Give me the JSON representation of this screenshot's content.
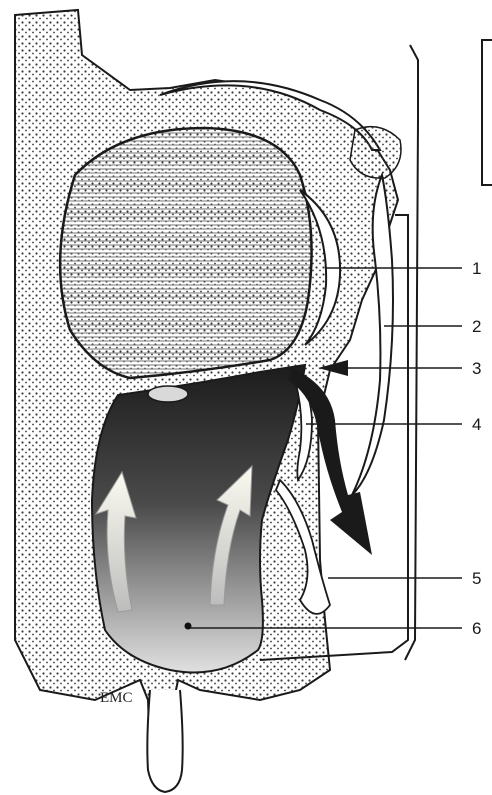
{
  "labels": [
    "1",
    "2",
    "3",
    "4",
    "5",
    "6"
  ],
  "signature": "EMC",
  "colors": {
    "line": "#1a1a1a",
    "bone_dots": "#3a3a3a",
    "cavity_dark": "#202020",
    "cavity_light": "#d8d8d8",
    "arrow_light": "#f2f0e6"
  }
}
